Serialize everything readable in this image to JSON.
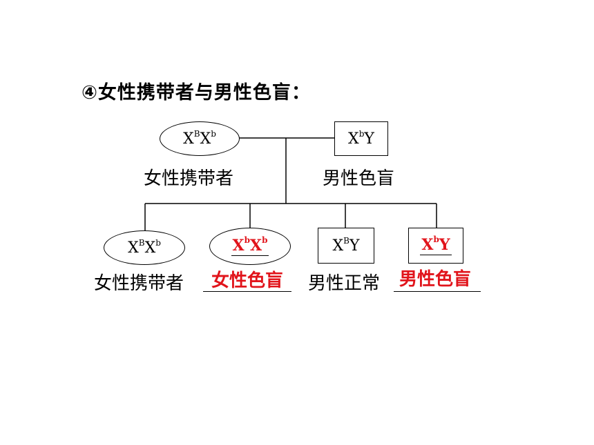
{
  "title": "④女性携带者与男性色盲：",
  "parents": {
    "mother": {
      "genotype": {
        "a": "X",
        "a_sup": "B",
        "b": "X",
        "b_sup": "b",
        "c": ""
      },
      "label": "女性携带者"
    },
    "father": {
      "genotype": {
        "a": "X",
        "a_sup": "b",
        "b": "Y",
        "b_sup": "",
        "c": ""
      },
      "label": "男性色盲"
    }
  },
  "children": [
    {
      "genotype": {
        "a": "X",
        "a_sup": "B",
        "b": "X",
        "b_sup": "b"
      },
      "label": "女性携带者",
      "answer": false
    },
    {
      "genotype": {
        "a": "X",
        "a_sup": "b",
        "b": "X",
        "b_sup": "b"
      },
      "label": "女性色盲",
      "answer": true
    },
    {
      "genotype": {
        "a": "X",
        "a_sup": "B",
        "b": "Y",
        "b_sup": ""
      },
      "label": "男性正常",
      "answer": false
    },
    {
      "genotype": {
        "a": "X",
        "a_sup": "b",
        "b": "Y",
        "b_sup": ""
      },
      "label": "男性色盲",
      "answer": true
    }
  ],
  "colors": {
    "answer": "#e1141b",
    "line": "#000000"
  }
}
